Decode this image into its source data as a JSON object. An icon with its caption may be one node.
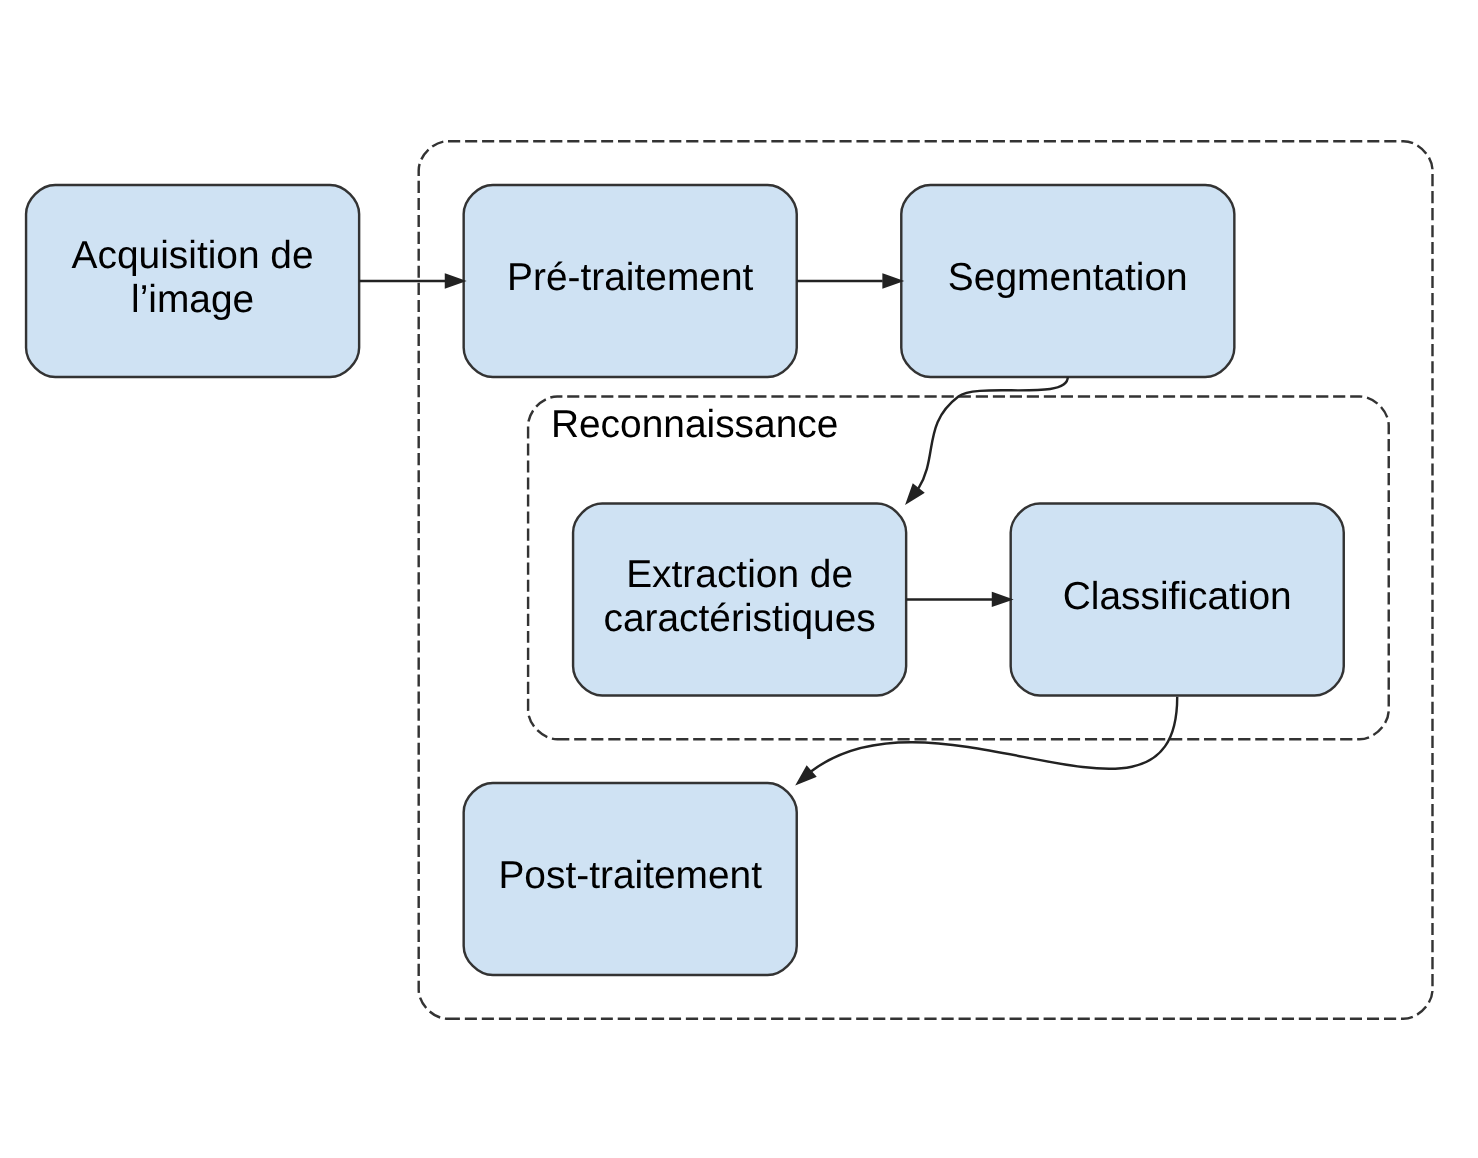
{
  "diagram": {
    "nodes": [
      {
        "text": [
          "Acquisition de l’image"
        ]
      },
      {
        "text": [],
        "shape": "box"
      },
      {
        "text": [
          "Pré-traitement"
        ],
        "in": 1
      },
      {
        "text": [
          "Segmentation"
        ],
        "in": 1
      },
      {
        "text": [
          "Reconnaissance"
        ],
        "in": 1
      },
      {
        "text": [
          "Extraction de caractéristiques"
        ],
        "in": 4
      },
      {
        "text": [
          "Classification"
        ],
        "in": 4
      },
      {
        "text": [
          "Post-traitement"
        ],
        "in": 1
      }
    ],
    "edges": [
      {
        "from": 0,
        "to": 2,
        "arrow": "to"
      },
      {
        "from": 2,
        "to": 3,
        "arrow": "to"
      },
      {
        "from": 3,
        "to": 5,
        "arrow": "to"
      },
      {
        "from": 5,
        "to": 6,
        "arrow": "to"
      },
      {
        "from": 6,
        "to": 7,
        "arrow": "to"
      }
    ]
  }
}
